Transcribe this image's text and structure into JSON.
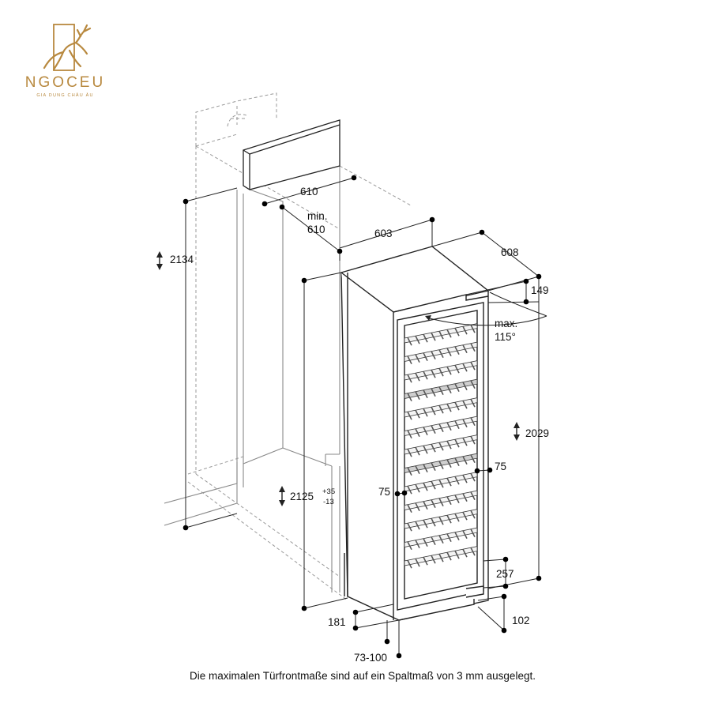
{
  "logo": {
    "name": "NGOCEU",
    "tagline": "GIA DỤNG CHÂU ÂU",
    "color": "#b8893f"
  },
  "caption": "Die maximalen Türfrontmaße sind auf ein Spaltmaß von 3 mm ausgelegt.",
  "dimensions": {
    "d610": "610",
    "min_label": "min.",
    "min_value": "610",
    "d603": "603",
    "d608": "608",
    "d149": "149",
    "max_label": "max.",
    "max_angle": "115°",
    "d2134": "2134",
    "d2029": "2029",
    "d2125": "2125",
    "d2125_tol_plus": "+35",
    "d2125_tol_minus": "-13",
    "d75_left": "75",
    "d75_right": "75",
    "d257": "257",
    "d181": "181",
    "d102": "102",
    "d73_100": "73-100"
  }
}
